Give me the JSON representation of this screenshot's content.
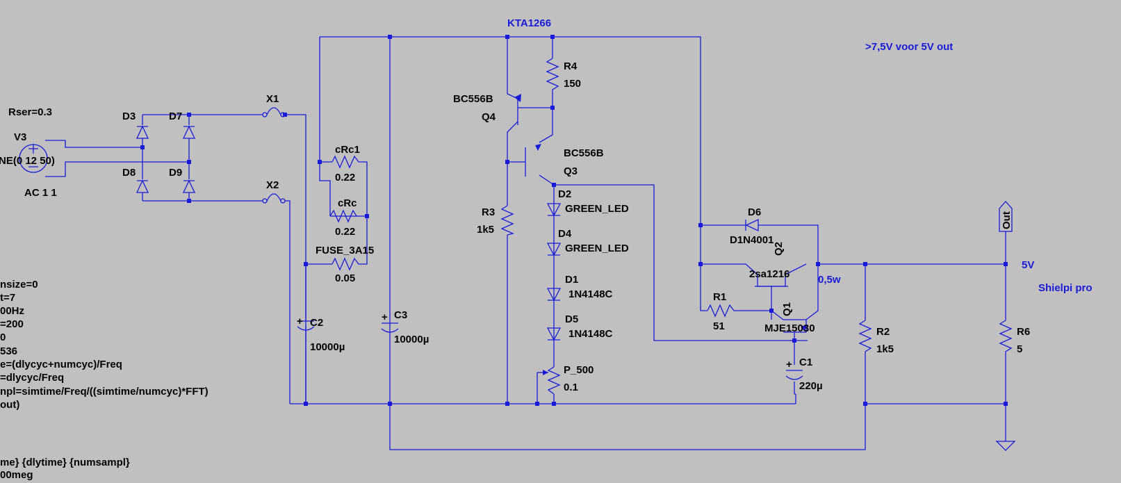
{
  "schematic": {
    "title_net": "KTA1266",
    "note_top": ">7,5V voor 5V out",
    "note_right": "Shielpi pro",
    "net_5v": "5V",
    "net_05w": "0,5w",
    "out_flag": "Out",
    "source": {
      "rser": "Rser=0.3",
      "name": "V3",
      "value": "NE(0 12 50)",
      "ac": "AC 1 1"
    },
    "diodes_bridge": [
      "D3",
      "D7",
      "D8",
      "D9"
    ],
    "fuses": {
      "x1": "X1",
      "x2": "X2"
    },
    "crc1": {
      "name": "cRc1",
      "value": "0.22"
    },
    "crc": {
      "name": "cRc",
      "value": "0.22"
    },
    "fuse_res": {
      "name": "FUSE_3A15",
      "value": "0.05"
    },
    "c2": {
      "name": "C2",
      "value": "10000µ"
    },
    "c3": {
      "name": "C3",
      "value": "10000µ"
    },
    "q4": {
      "type": "BC556B",
      "name": "Q4"
    },
    "q3": {
      "type": "BC556B",
      "name": "Q3"
    },
    "r4": {
      "name": "R4",
      "value": "150"
    },
    "r3": {
      "name": "R3",
      "value": "1k5"
    },
    "d2": {
      "name": "D2",
      "value": "GREEN_LED"
    },
    "d4": {
      "name": "D4",
      "value": "GREEN_LED"
    },
    "d1": {
      "name": "D1",
      "value": "1N4148C"
    },
    "d5": {
      "name": "D5",
      "value": "1N4148C"
    },
    "pot": {
      "name": "P_500",
      "value": "0.1"
    },
    "d6": {
      "name": "D6",
      "value": "D1N4001"
    },
    "q2": {
      "name": "Q2",
      "type": "2sa1216"
    },
    "q1": {
      "name": "Q1",
      "type": "MJE15030"
    },
    "r1": {
      "name": "R1",
      "value": "51"
    },
    "c1": {
      "name": "C1",
      "value": "220µ"
    },
    "r2": {
      "name": "R2",
      "value": "1k5"
    },
    "r6": {
      "name": "R6",
      "value": "5"
    },
    "directives": [
      "nsize=0",
      "t=7",
      "00Hz",
      "=200",
      "0",
      "536",
      "e=(dlycyc+numcyc)/Freq",
      "=dlycyc/Freq",
      "npl=simtime/Freq/((simtime/numcyc)*FFT)",
      "out)",
      "me} {dlytime} {numsampl}",
      "00meg"
    ]
  }
}
